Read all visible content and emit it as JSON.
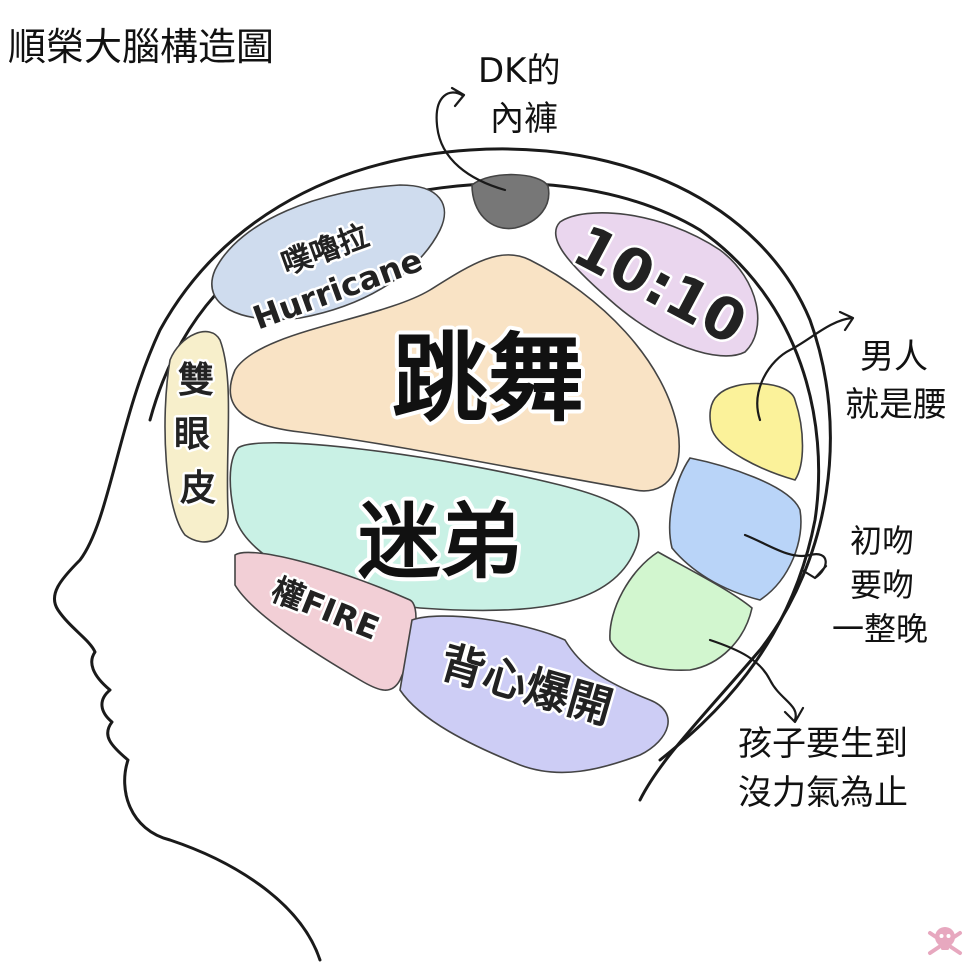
{
  "title": "順榮大腦構造圖",
  "colors": {
    "dancing": "#f9e3c5",
    "nephew": "#c9f1e5",
    "hurricane": "#cfdcee",
    "tenten": "#ead6ee",
    "dk_underwear": "#777777",
    "double_eyelid": "#f7efcb",
    "power_fire": "#f2cfd6",
    "back_explode": "#cdcdf5",
    "waist": "#fbf29a",
    "kiss_all_night": "#b9d4f8",
    "kids": "#d2f6cf"
  },
  "regions": {
    "hurricane_zh": "噗嚕拉",
    "hurricane_en": "Hurricane",
    "tenten": "10:10",
    "dancing": "跳舞",
    "nephew": "迷弟",
    "double_eyelid": [
      "雙",
      "眼",
      "皮"
    ],
    "power_fire": "權FIRE",
    "back_explode": "背心爆開"
  },
  "annotations": {
    "dk_underwear": [
      "DK的",
      "內褲"
    ],
    "waist": [
      "男人",
      "就是腰"
    ],
    "kiss_all_night": [
      "初吻",
      "要吻",
      "一整晚"
    ],
    "kids": [
      "孩子要生到",
      "沒力氣為止"
    ]
  },
  "watermark": {
    "icon": "skull-crossbones-icon"
  }
}
